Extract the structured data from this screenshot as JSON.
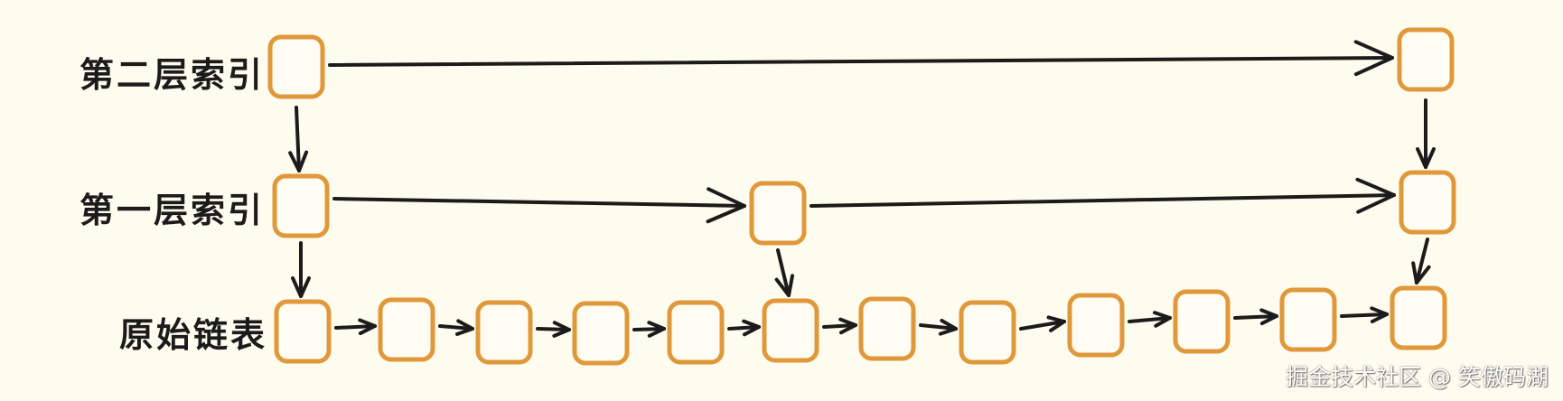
{
  "labels": {
    "level2": "第二层索引",
    "level1": "第一层索引",
    "base": "原始链表"
  },
  "watermark": "掘金技术社区 @ 笑傲码湖",
  "colors": {
    "background": "#fefcef",
    "node_stroke": "#e0983a",
    "node_fill": "#fffdf3",
    "arrow": "#1b1b1b"
  },
  "structure": {
    "base_node_count": 12,
    "level1_node_indices": [
      0,
      5,
      11
    ],
    "level2_node_indices": [
      0,
      11
    ]
  }
}
